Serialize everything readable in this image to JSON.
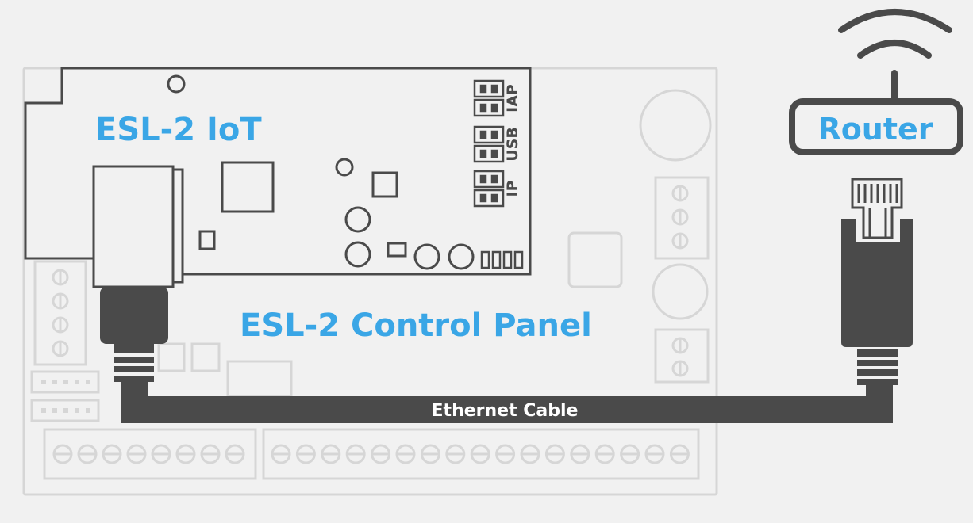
{
  "labels": {
    "module": "ESL-2 IoT",
    "panel": "ESL-2 Control Panel",
    "cable": "Ethernet Cable",
    "router": "Router"
  },
  "port_labels": [
    "IAP",
    "USB",
    "IP"
  ],
  "colors": {
    "accent": "#3aa6e6",
    "outline": "#4a4a4a",
    "faint": "#d6d6d6",
    "background": "#f1f1f1",
    "cable": "#4a4a4a",
    "cable_text": "#ffffff"
  }
}
